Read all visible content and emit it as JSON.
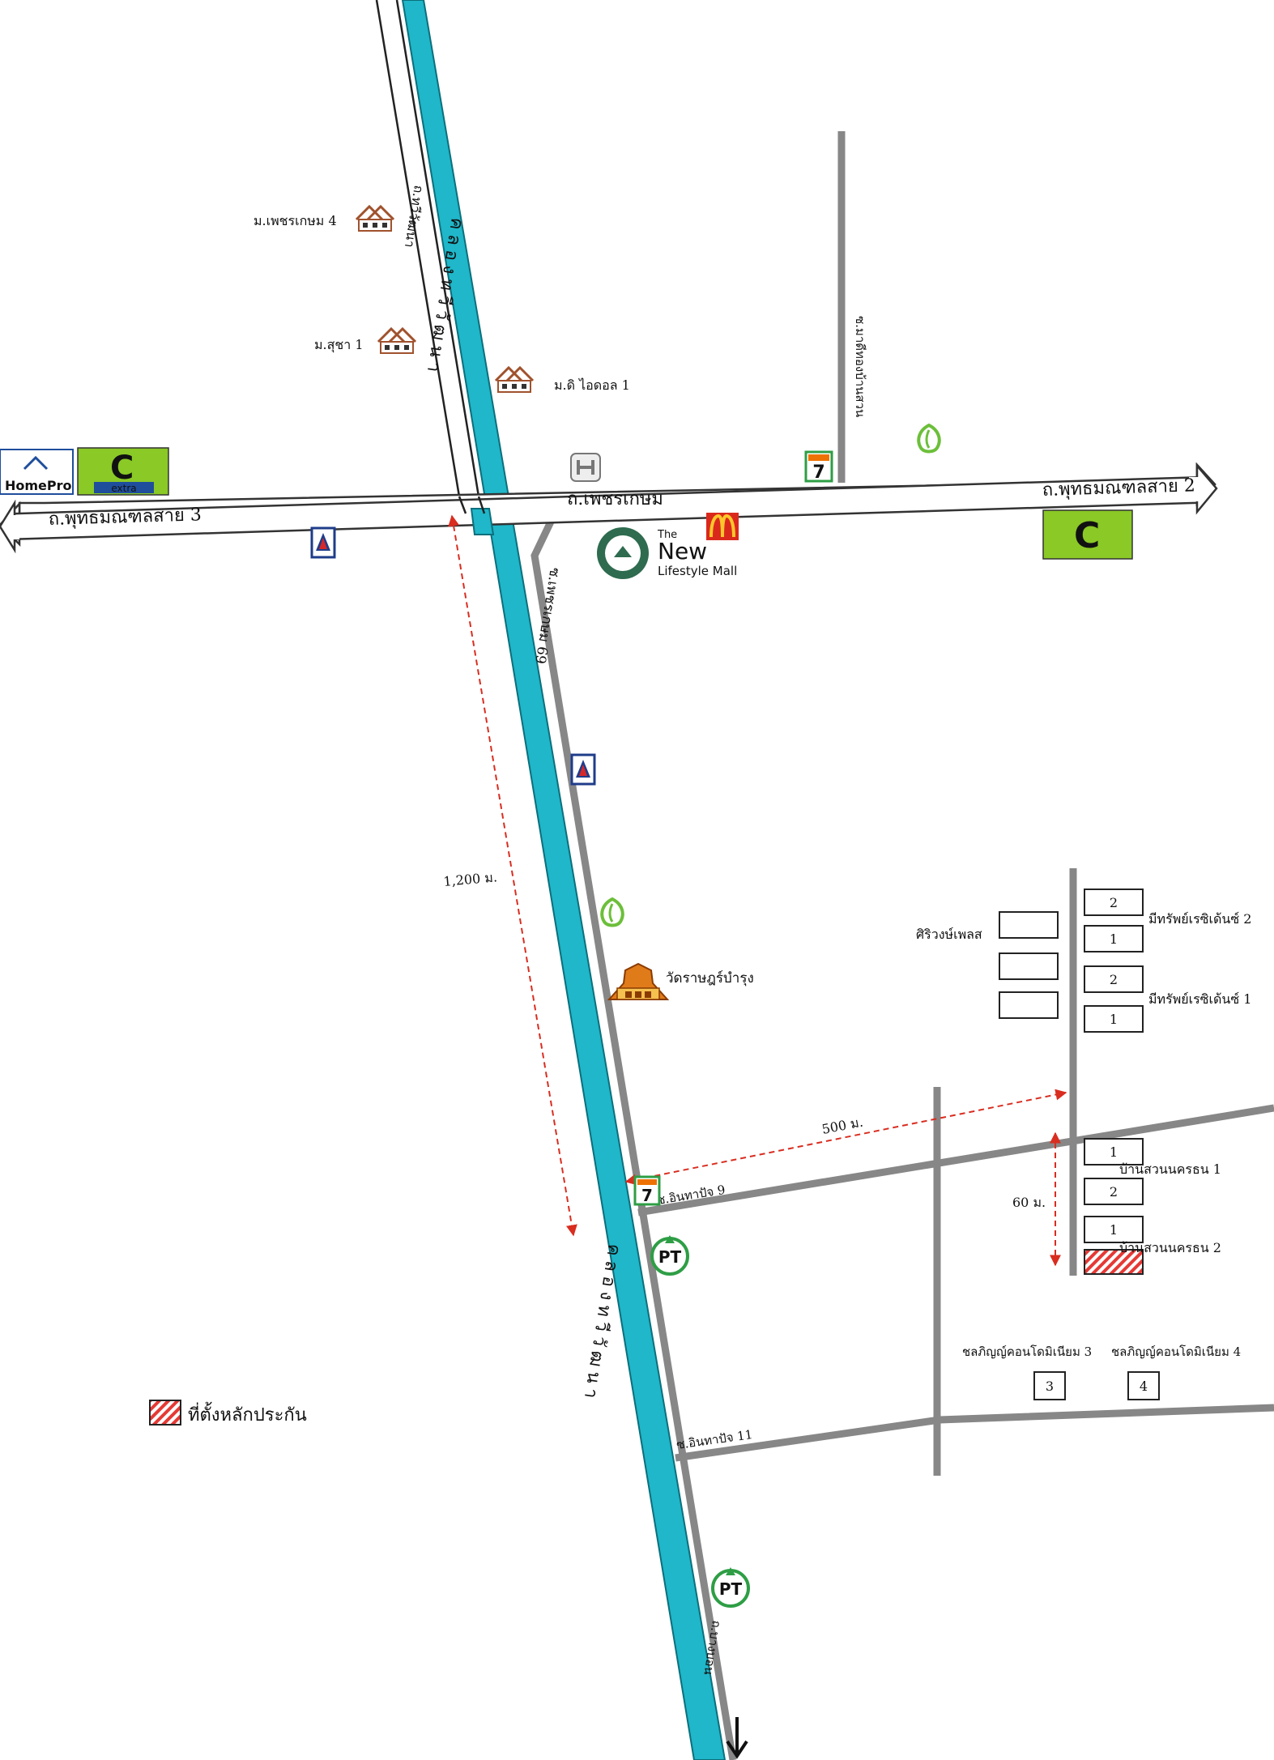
{
  "colors": {
    "canal": "#1fb7c9",
    "soi_road": "#878787",
    "measure_line": "#d92d20",
    "collateral_hatch": "#e53935",
    "bigc_green": "#8ac926",
    "bigc_red": "#d62828",
    "homepro_blue": "#1f4e9c",
    "mall_green": "#2e6b4f",
    "mcd_yellow": "#ffc72c",
    "mcd_red": "#da291c",
    "pt_green": "#2e9e45"
  },
  "roads": {
    "phetkasem": "ถ.เพชรเกษม",
    "phutthamonthon_3": "ถ.พุทธมณฑลสาย 3",
    "phutthamonthon_2": "ถ.พุทธมณฑลสาย 2",
    "soi_phetkasem_69": "ซ.เพชรเกษม 69",
    "soi_intha_9": "ซ.อินทาปัจ 9",
    "soi_intha_11": "ซ.อินทาปัจ 11",
    "soi_north_left": "ถ.ทวีวัฒนา",
    "soi_north_right": "ซ.มาดีทองบ้านสวน",
    "bottom_road": "ถ.บางบอน"
  },
  "canal": {
    "label_top": "คลองทวีวัฒนา",
    "label_bottom": "คลองทวีวัฒนา"
  },
  "places": {
    "village_phetkasem4": "ม.เพชรเกษม 4",
    "village_sucha1": "ม.สุชา 1",
    "village_ideal1": "ม.ดิ ไอดอล 1",
    "temple": "วัดราษฎร์บำรุง",
    "siriwong": "ศิริวงษ์เพลส",
    "meesap_2": "มีทรัพย์เรซิเด้นซ์ 2",
    "meesap_1": "มีทรัพย์เรซิเด้นซ์ 1",
    "baan_suan_1": "บ้านสวนนครธน 1",
    "baan_suan_2": "บ้านสวนนครธน 2",
    "condo_3": "ชลภิญญ์คอนโดมิเนียม 3",
    "condo_4": "ชลภิญญ์คอนโดมิเนียม 4"
  },
  "lot_numbers": {
    "meesap2_top": "2",
    "meesap2_bottom": "1",
    "meesap1_top": "2",
    "meesap1_bottom": "1",
    "baansuan1_top": "1",
    "baansuan1_bottom": "2",
    "baansuan2_top": "1",
    "condo3": "3",
    "condo4": "4"
  },
  "distances": {
    "d1200": "1,200 ม.",
    "d500": "500 ม.",
    "d60": "60 ม."
  },
  "brands": {
    "homepro": "HomePro",
    "bigc": "C",
    "bigc_extra": "extra",
    "seven": "7",
    "mall_the": "The",
    "mall_new": "New",
    "mall_lifestyle": "Lifestyle Mall",
    "pt": "PT"
  },
  "legend": {
    "collateral": "ที่ตั้งหลักประกัน"
  }
}
